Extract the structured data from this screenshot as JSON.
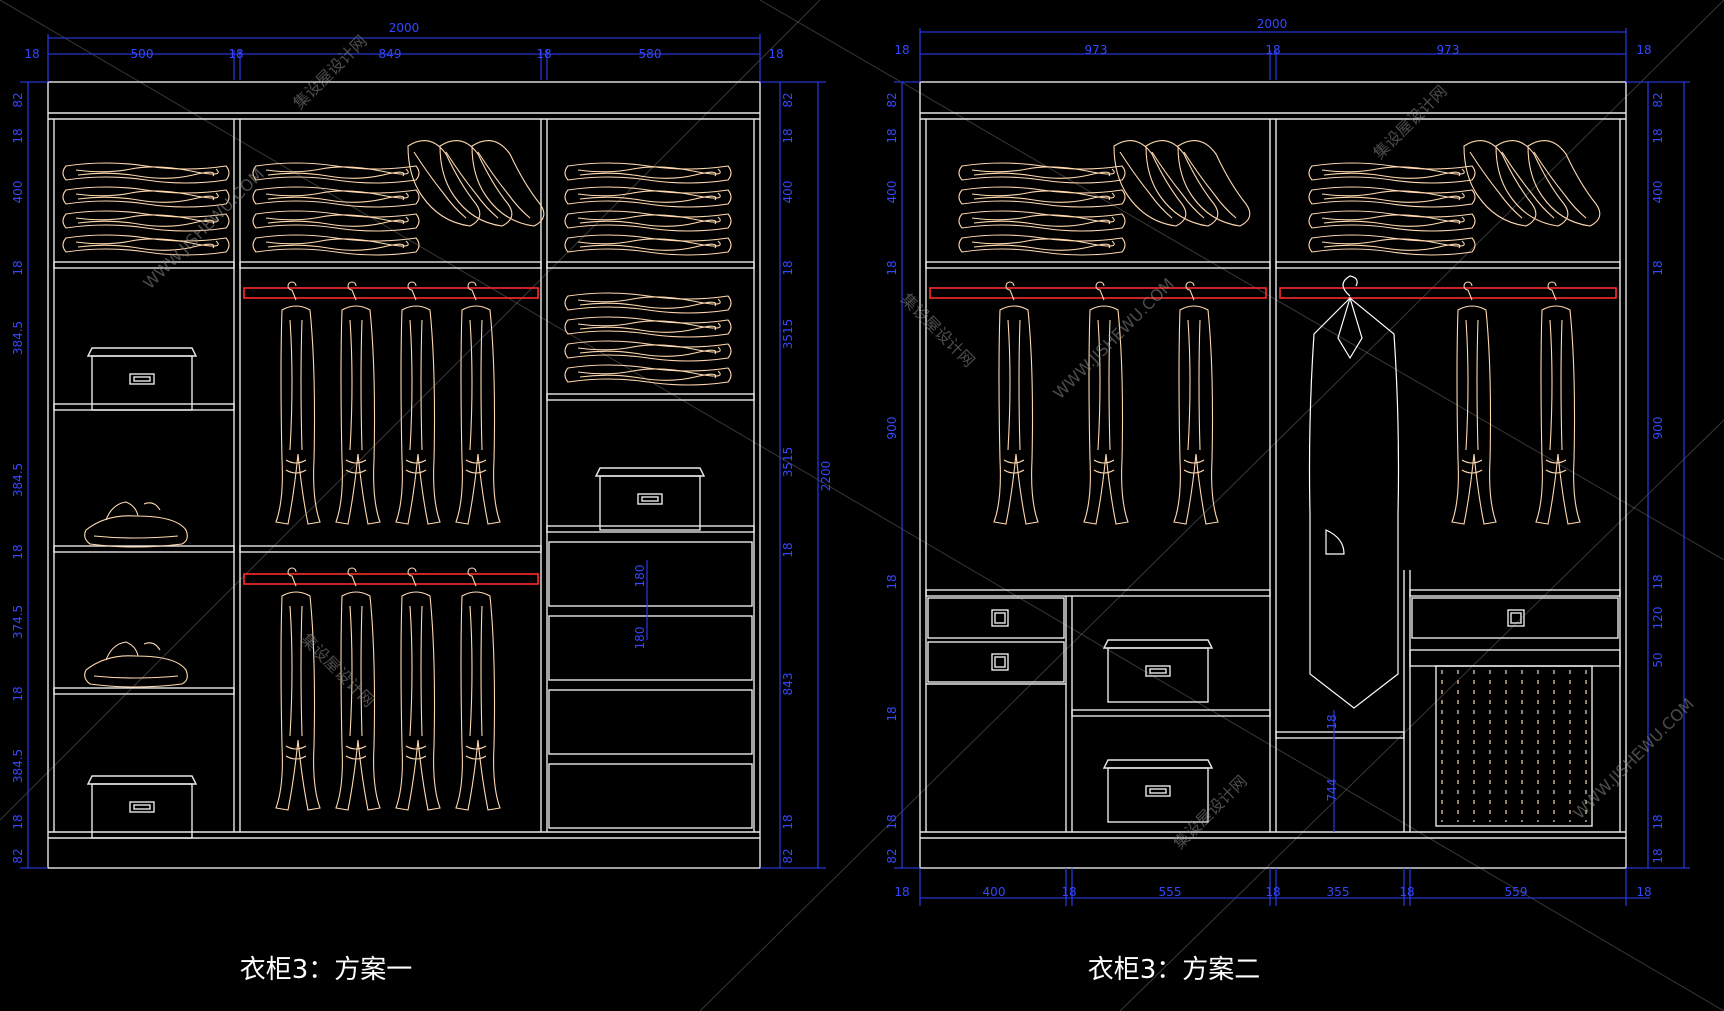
{
  "titles": {
    "left": "衣柜3：方案一",
    "right": "衣柜3：方案二"
  },
  "watermark": {
    "cn": "集设屋设计网",
    "en": "WWW.JISHEWU.COM"
  },
  "left_dims": {
    "top_total": "2000",
    "top_segments": [
      "18",
      "500",
      "18",
      "849",
      "18",
      "580",
      "18"
    ],
    "left_side": [
      "82",
      "18",
      "400",
      "18",
      "384.5",
      "384.5",
      "18",
      "374.5",
      "18",
      "384.5",
      "18",
      "82"
    ],
    "right_side": [
      "82",
      "18",
      "400",
      "18",
      "3515",
      "3515",
      "18",
      "180",
      "180",
      "843",
      "18",
      "82"
    ],
    "right_total": "2200"
  },
  "right_dims": {
    "top_total": "2000",
    "top_segments": [
      "18",
      "973",
      "18",
      "973",
      "18"
    ],
    "left_side": [
      "82",
      "18",
      "400",
      "18",
      "900",
      "18",
      "18",
      "18",
      "82"
    ],
    "right_side": [
      "82",
      "18",
      "400",
      "18",
      "900",
      "18",
      "120",
      "50",
      "18",
      "18"
    ],
    "bottom_segments": [
      "18",
      "400",
      "18",
      "555",
      "18",
      "355",
      "18",
      "559",
      "18"
    ],
    "inner": [
      "18",
      "744"
    ]
  },
  "colors": {
    "background": "#000000",
    "cabinet": "#e8e8e8",
    "dimension": "#2a3fff",
    "rod": "#ff2a2a",
    "clothing": "#ffd9b0"
  }
}
